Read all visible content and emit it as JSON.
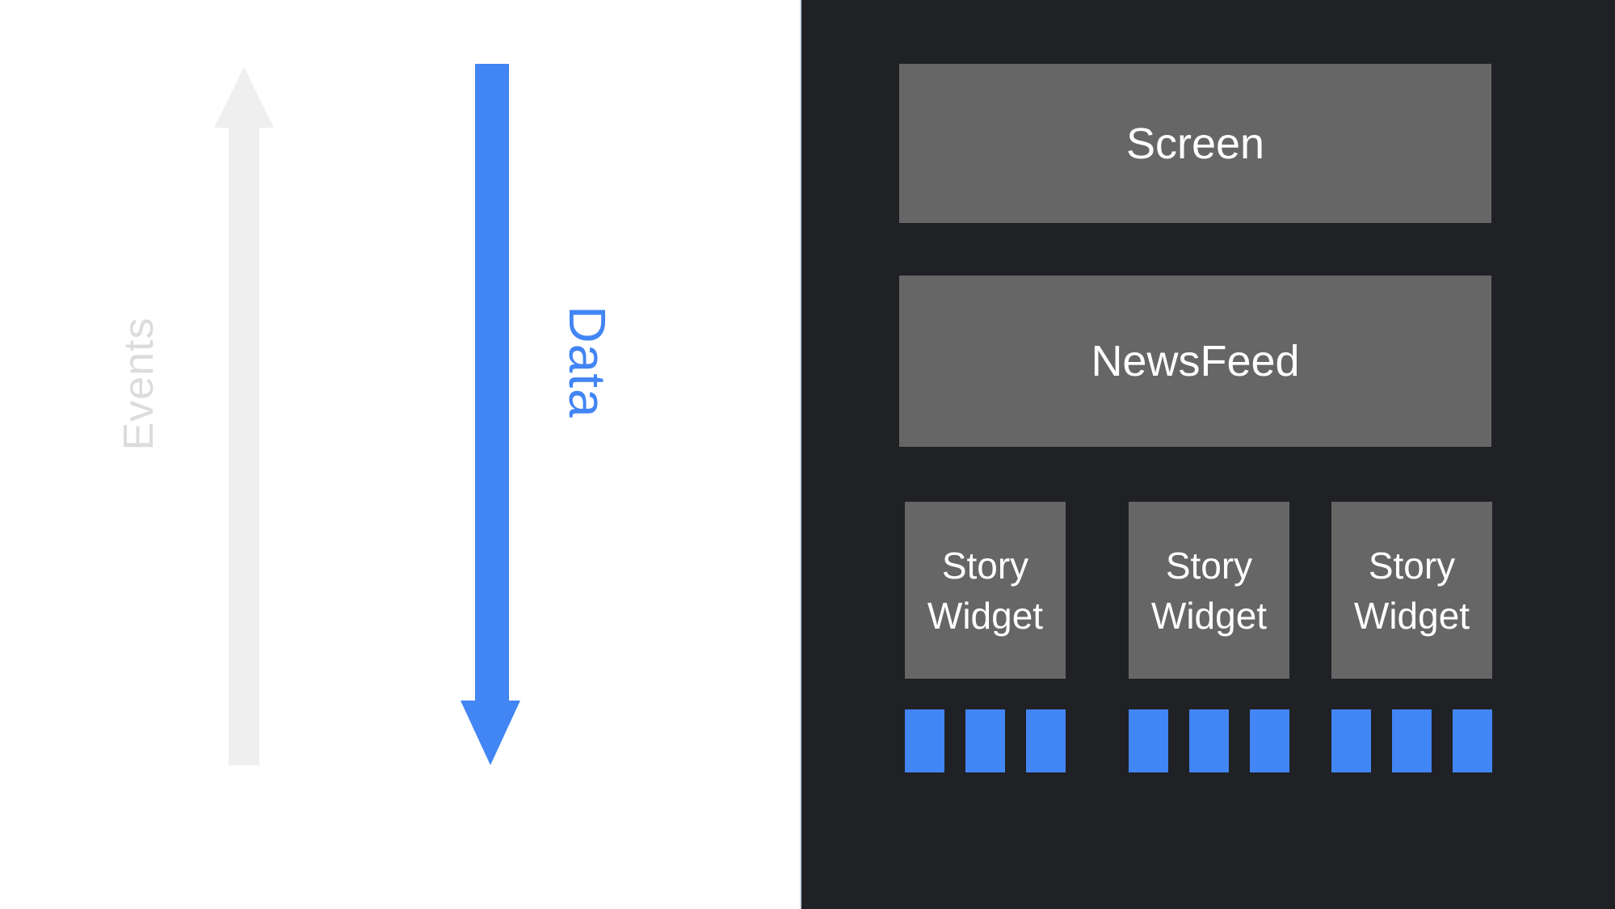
{
  "flow": {
    "events_label": "Events",
    "data_label": "Data"
  },
  "ui_tree": {
    "screen_label": "Screen",
    "newsfeed_label": "NewsFeed",
    "story_widgets": [
      {
        "label": "Story Widget",
        "tile_count": 3
      },
      {
        "label": "Story Widget",
        "tile_count": 3
      },
      {
        "label": "Story Widget",
        "tile_count": 3
      }
    ]
  },
  "colors": {
    "accent_blue": "#4285F4",
    "panel_dark": "#202124",
    "box_gray": "#666666",
    "arrow_gray": "#EFEFEF",
    "events_text_gray": "#DCDCDC",
    "box_text_white": "#FFFFFF"
  }
}
